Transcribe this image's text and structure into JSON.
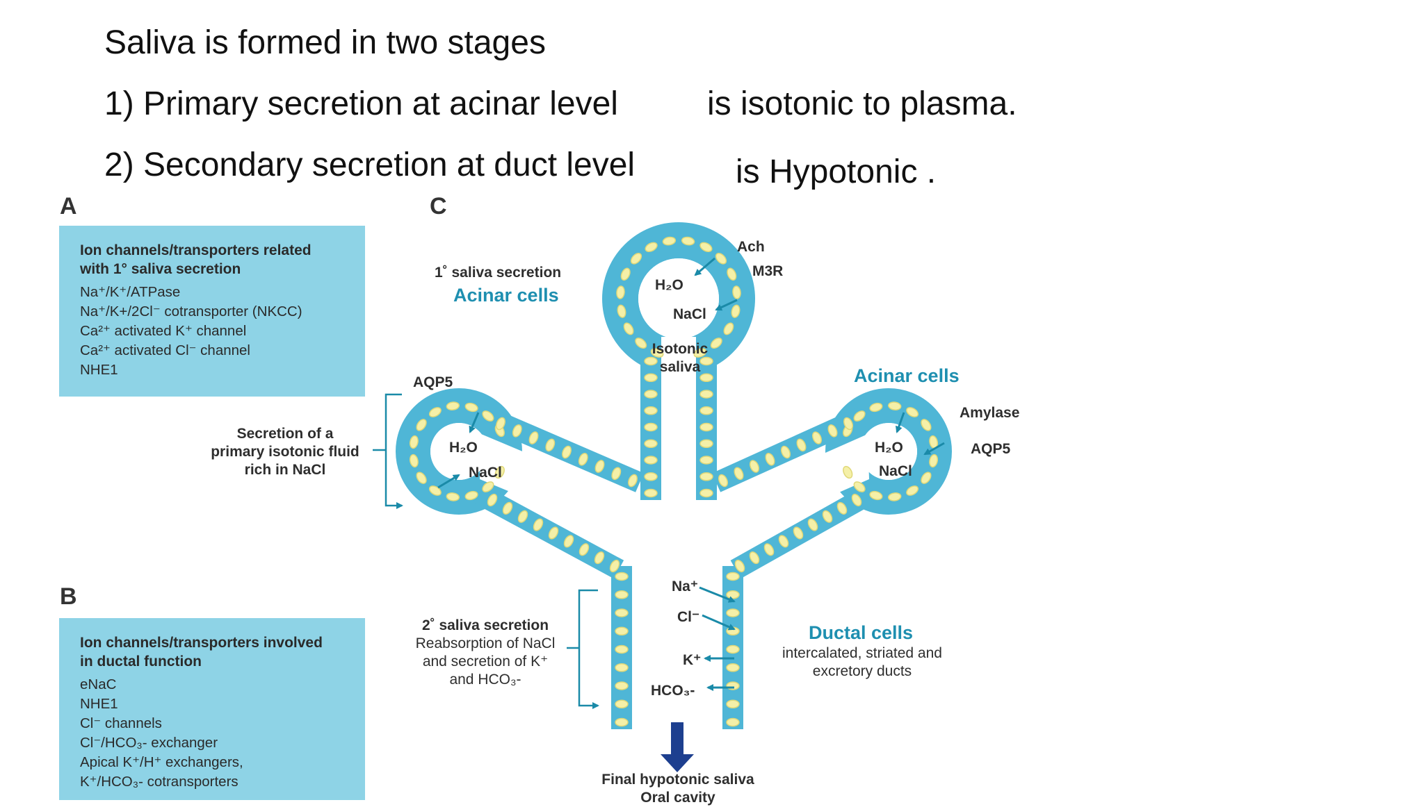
{
  "slide": {
    "title": "Saliva is formed in two stages",
    "line1_stage": "1)  Primary secretion at acinar level",
    "line1_note": "is isotonic to plasma.",
    "line2_stage": "2)  Secondary secretion at duct level",
    "line2_note": "is Hypotonic ."
  },
  "panels": {
    "a": "A",
    "b": "B",
    "c": "C"
  },
  "box_a": {
    "head_line1": "Ion channels/transporters related",
    "head_line2": "with 1° saliva secretion",
    "items": [
      "Na⁺/K⁺/ATPase",
      "Na⁺/K+/2Cl⁻ cotransporter (NKCC)",
      "Ca²⁺ activated K⁺ channel",
      "Ca²⁺ activated Cl⁻ channel",
      "NHE1"
    ]
  },
  "box_b": {
    "head_line1": "Ion channels/transporters involved",
    "head_line2": "in ductal function",
    "items": [
      "eNaC",
      "NHE1",
      "Cl⁻ channels",
      "Cl⁻/HCO₃- exchanger",
      "Apical K⁺/H⁺ exchangers,",
      "K⁺/HCO₃- cotransporters"
    ]
  },
  "diagram": {
    "primary_label": "1˚ saliva secretion",
    "acinar_top": "Acinar cells",
    "acinar_right": "Acinar cells",
    "ach": "Ach",
    "m3r": "M3R",
    "h2o": "H₂O",
    "nacl": "NaCl",
    "isotonic_line1": "Isotonic",
    "isotonic_line2": "saliva",
    "aqp5": "AQP5",
    "amylase": "Amylase",
    "secretion_line1": "Secretion of a",
    "secretion_line2": "primary isotonic fluid",
    "secretion_line3": "rich in NaCl",
    "secondary_line1": "2˚ saliva secretion",
    "secondary_line2": "Reabsorption of NaCl",
    "secondary_line3": "and secretion of K⁺",
    "secondary_line4": "and HCO₃-",
    "ion_na": "Na⁺",
    "ion_cl": "Cl⁻",
    "ion_k": "K⁺",
    "ion_hco3": "HCO₃-",
    "ductal_title": "Ductal cells",
    "ductal_line1": "intercalated, striated and",
    "ductal_line2": "excretory ducts",
    "final_line1": "Final hypotonic saliva",
    "final_line2": "Oral cavity"
  },
  "colors": {
    "box_fill": "#8ed3e6",
    "tissue": "#4fb6d6",
    "nucleus": "#f5f0a8",
    "arrow_teal": "#1a8aa8",
    "arrow_navy": "#1d3f8f",
    "title_teal": "#1e8fb0"
  }
}
